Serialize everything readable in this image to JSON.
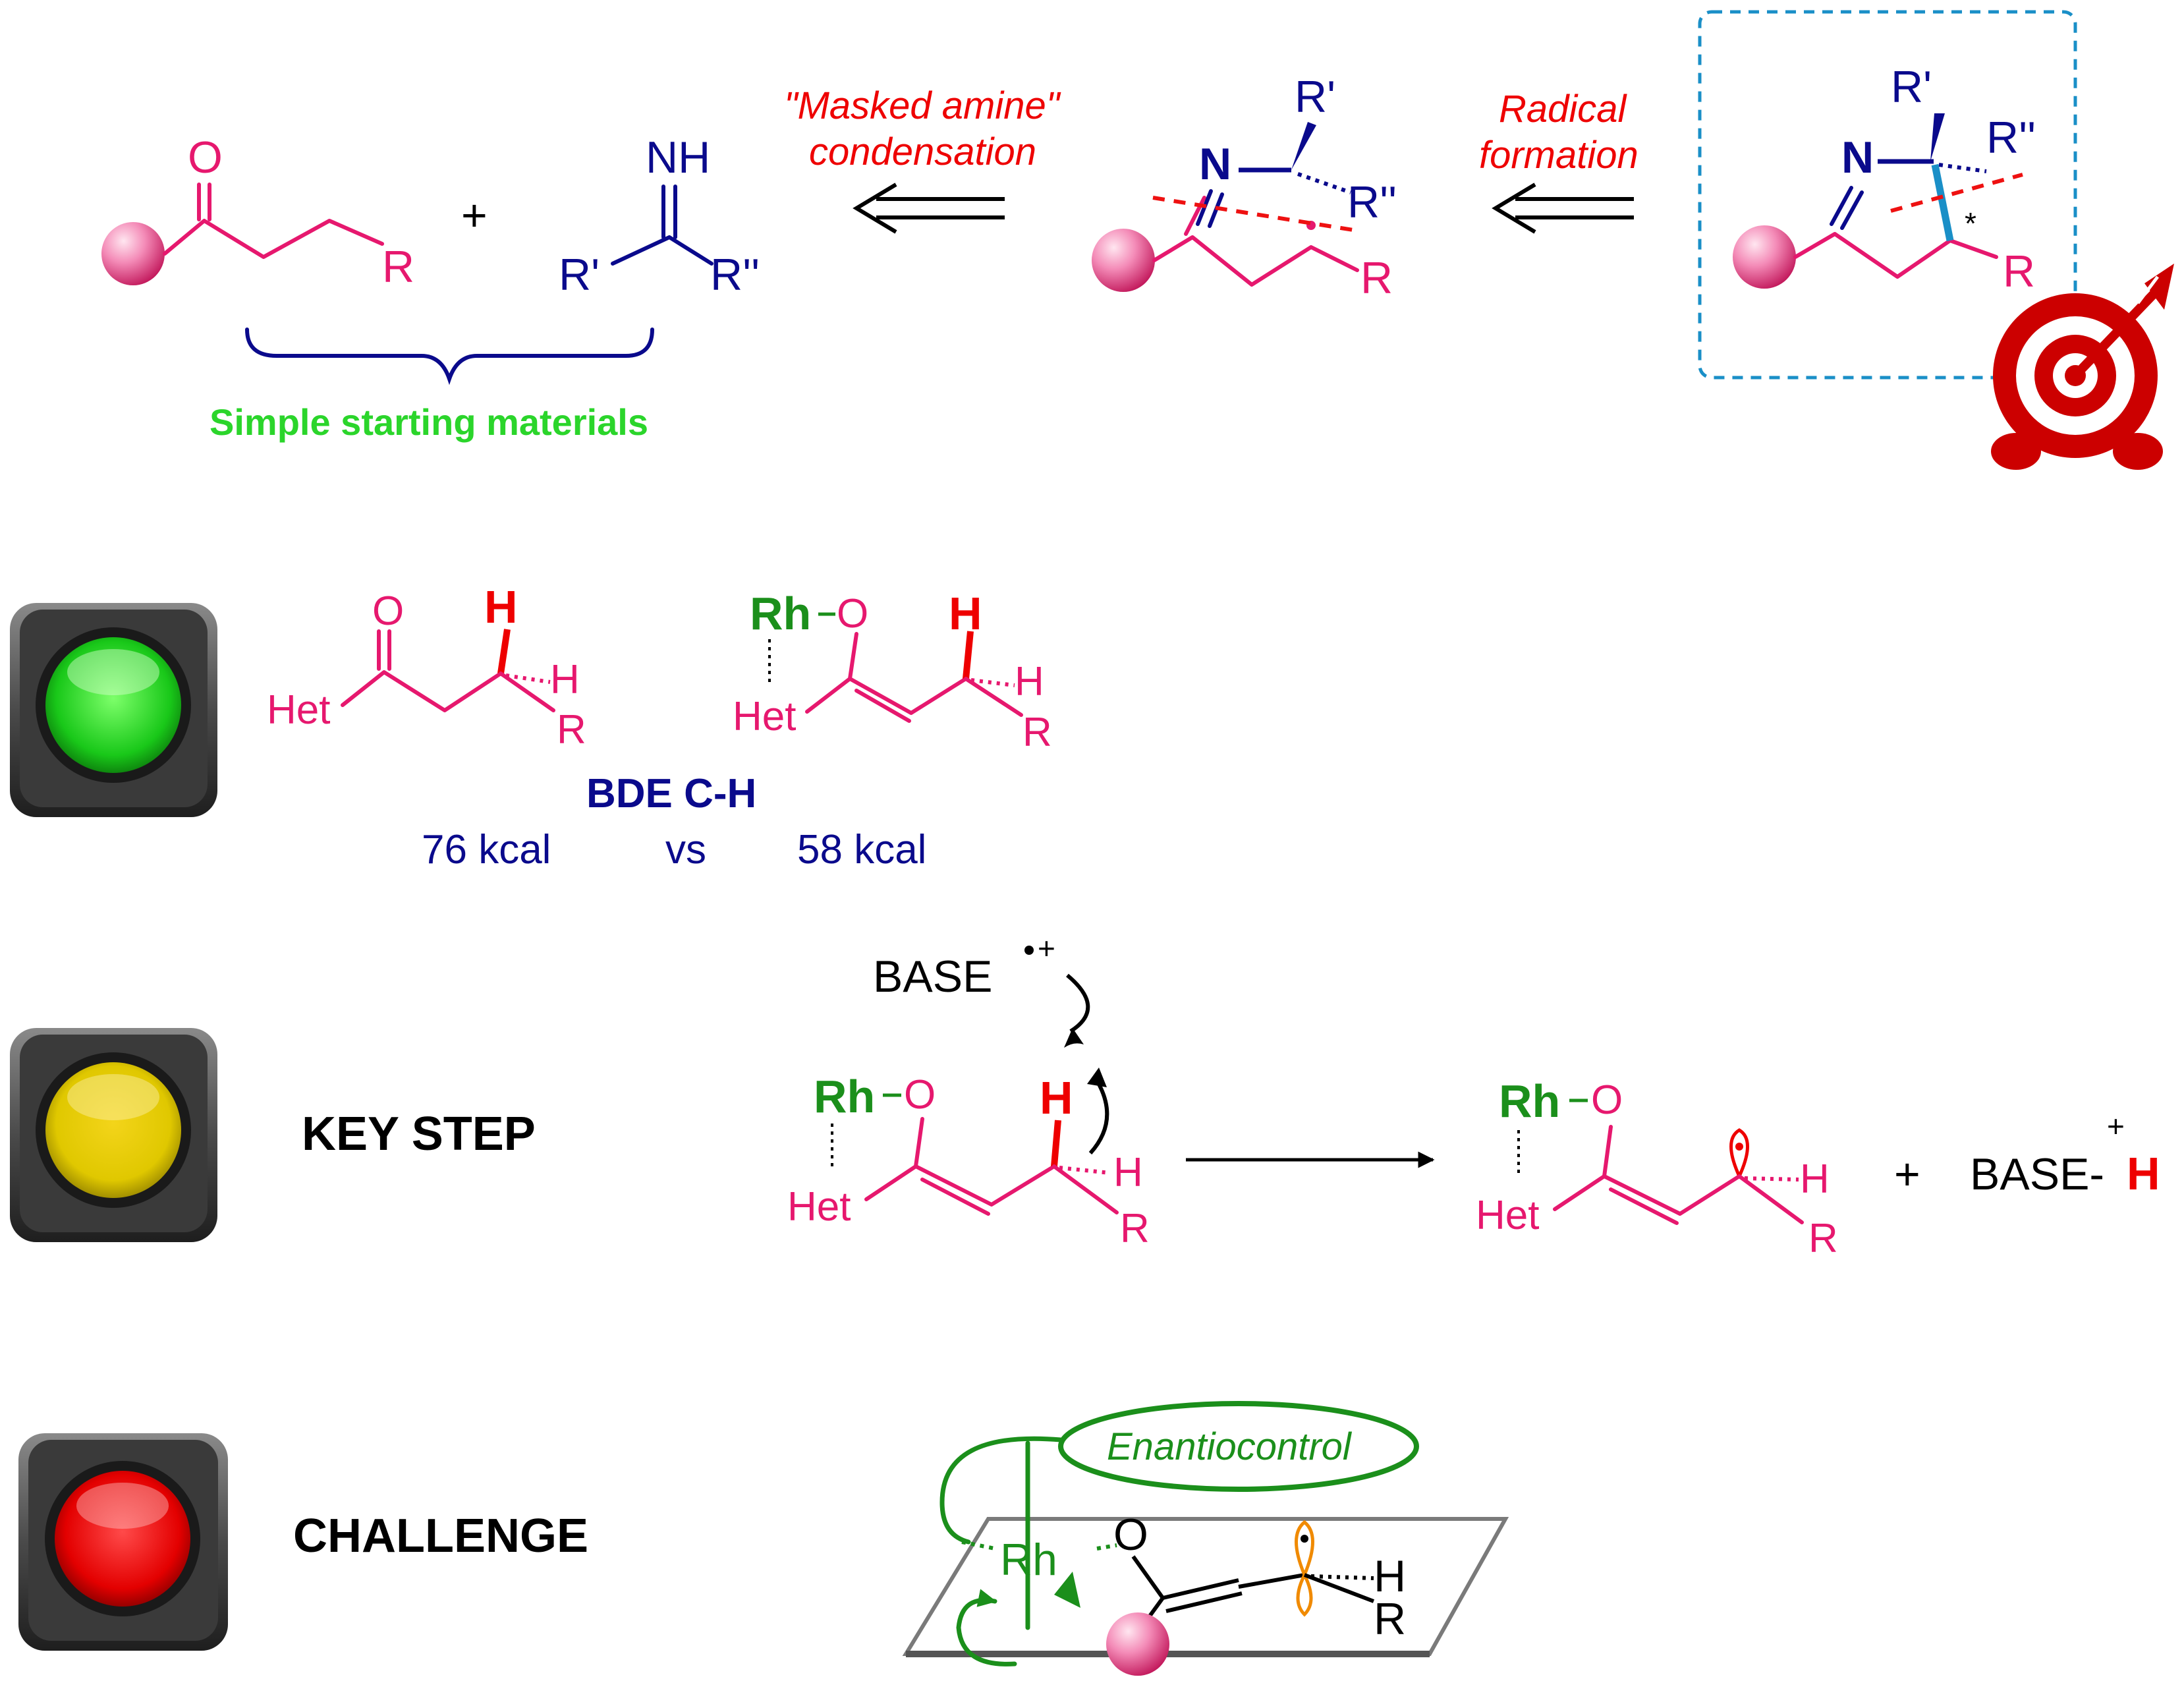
{
  "colors": {
    "substrate": "#e6186e",
    "reagent": "#0a0a8c",
    "highlight": "#ee0000",
    "metal": "#1b8f1b",
    "starting_materials": "#2bd52b",
    "target_box": "#1a8fc7"
  },
  "icons": [
    "traffic-light-green-icon",
    "traffic-light-yellow-icon",
    "traffic-light-red-icon",
    "target-arrow-icon"
  ],
  "retro": {
    "atoms": {
      "O": "O",
      "NH": "NH",
      "N": "N",
      "R": "R",
      "R1": "R'",
      "R2": "R''"
    },
    "plus": "+",
    "masked_amine_line1": "\"Masked amine\"",
    "masked_amine_line2": "condensation",
    "radical_line1": "Radical",
    "radical_line2": "formation",
    "starting_materials": "Simple starting materials",
    "stereo_mark": "*"
  },
  "row1": {
    "O": "O",
    "H_bold": "H",
    "H": "H",
    "Het": "Het",
    "R": "R",
    "Rh": "Rh",
    "bde_title": "BDE C-H",
    "bde_left": "76 kcal",
    "bde_vs": "vs",
    "bde_right": "58 kcal"
  },
  "row2": {
    "label": "KEY STEP",
    "base": "BASE",
    "base_charge": "+",
    "O": "O",
    "H_bold": "H",
    "H": "H",
    "Het": "Het",
    "R": "R",
    "Rh": "Rh",
    "plus": "+",
    "base_h_base": "BASE-",
    "base_h_H": "H",
    "base_h_charge": "+"
  },
  "row3": {
    "label": "CHALLENGE",
    "enantiocontrol": "Enantiocontrol",
    "Rh": "Rh",
    "O": "O",
    "H": "H",
    "R": "R"
  }
}
